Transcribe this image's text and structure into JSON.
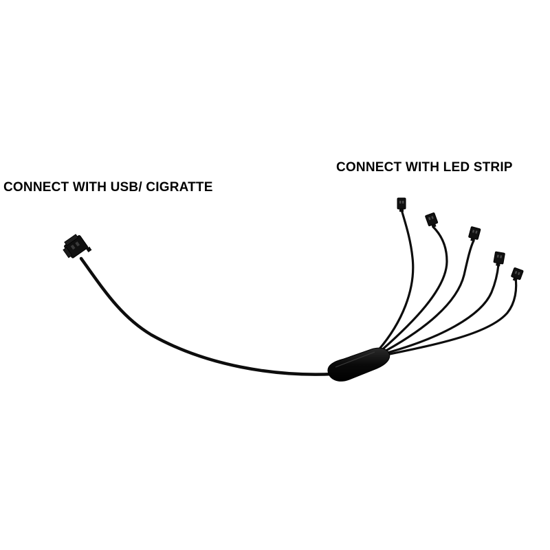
{
  "labels": {
    "input_connector": "CONNECT WITH USB/ CIGRATTE",
    "output_connectors": "CONNECT WITH LED STRIP"
  },
  "colors": {
    "background": "#ffffff",
    "cable": "#0d0d0d",
    "text": "#000000"
  },
  "diagram": {
    "input_connector_count": 1,
    "output_connector_count": 5,
    "icons": [
      "male-connector-icon",
      "female-connector-icon",
      "splitter-junction-icon"
    ]
  }
}
